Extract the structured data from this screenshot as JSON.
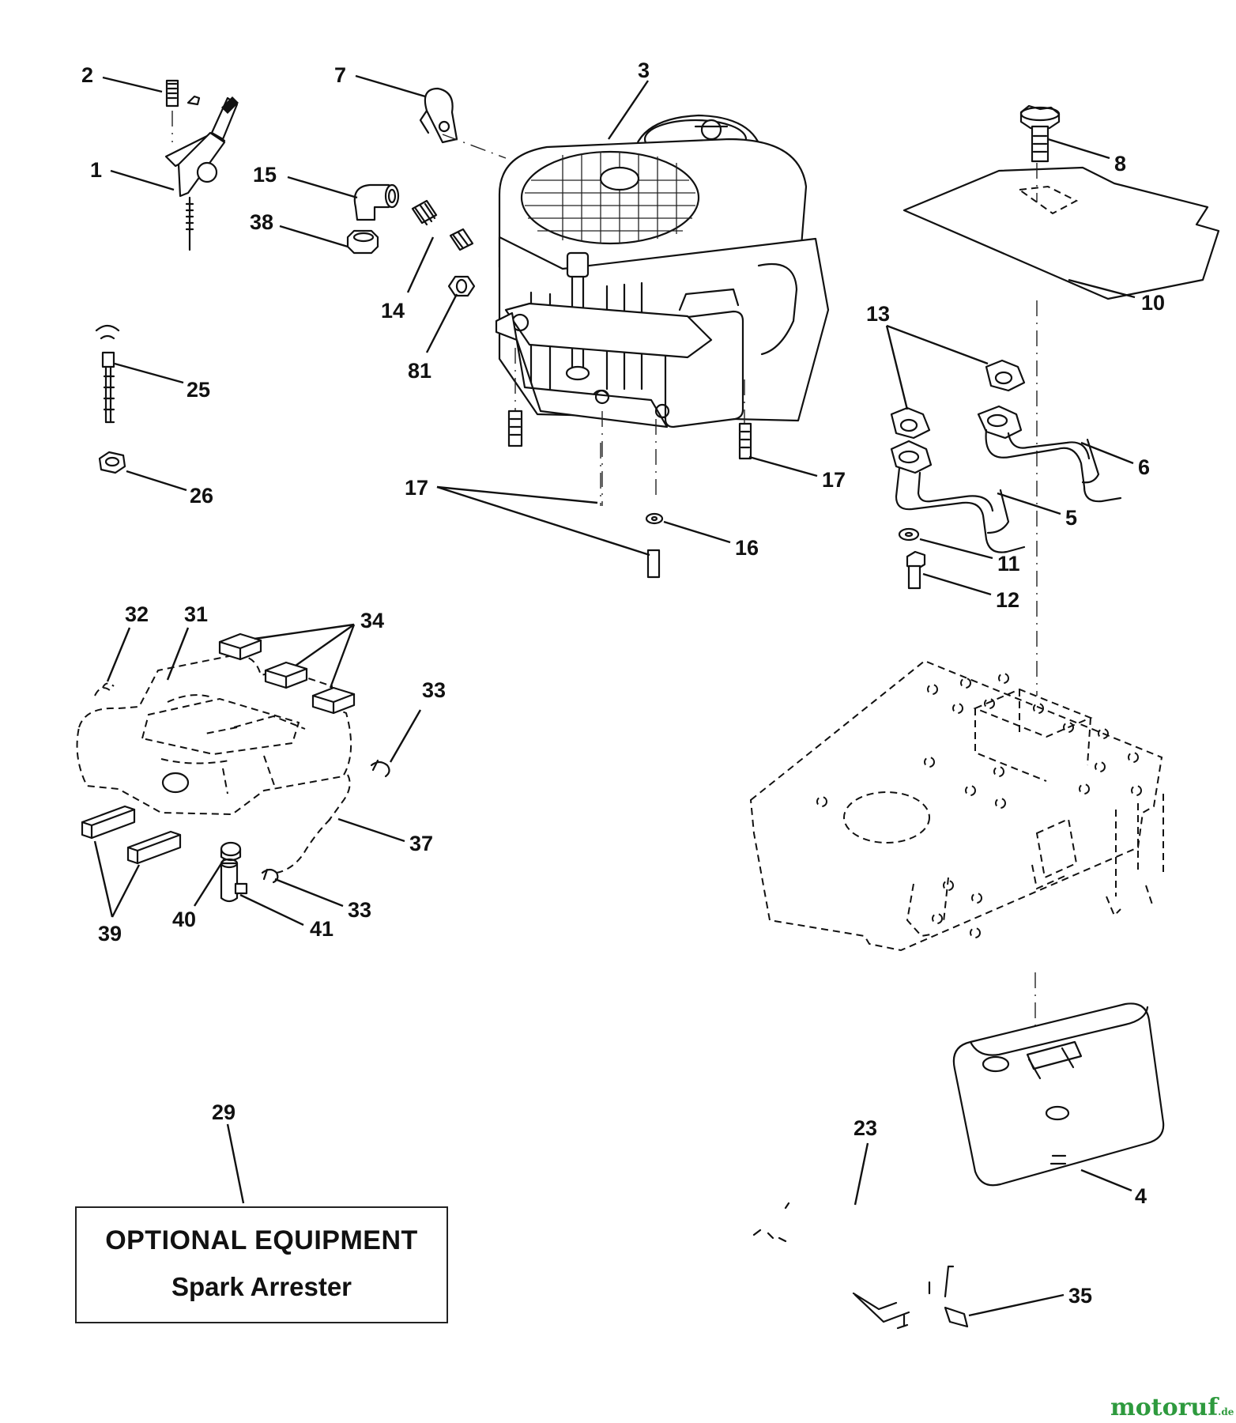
{
  "callouts": [
    "1",
    "2",
    "3",
    "4",
    "5",
    "6",
    "7",
    "8",
    "10",
    "11",
    "12",
    "13",
    "14",
    "15",
    "16",
    "17",
    "23",
    "25",
    "26",
    "29",
    "31",
    "32",
    "33",
    "34",
    "35",
    "37",
    "38",
    "39",
    "40",
    "41",
    "81"
  ],
  "labels": {
    "l1": "1",
    "l2": "2",
    "l3": "3",
    "l4": "4",
    "l5": "5",
    "l6": "6",
    "l7": "7",
    "l8": "8",
    "l10": "10",
    "l11": "11",
    "l12": "12",
    "l13": "13",
    "l14": "14",
    "l15": "15",
    "l16": "16",
    "l17a": "17",
    "l17b": "17",
    "l23": "23",
    "l25": "25",
    "l26": "26",
    "l29": "29",
    "l31": "31",
    "l32": "32",
    "l33a": "33",
    "l33b": "33",
    "l34": "34",
    "l35": "35",
    "l37": "37",
    "l38": "38",
    "l39": "39",
    "l40": "40",
    "l41": "41",
    "l81": "81"
  },
  "optional_box": {
    "title": "OPTIONAL EQUIPMENT",
    "subtitle": "Spark Arrester"
  },
  "watermark": {
    "brand": "motoruf",
    "tld": ".de",
    "color": "#2e9a3e"
  }
}
